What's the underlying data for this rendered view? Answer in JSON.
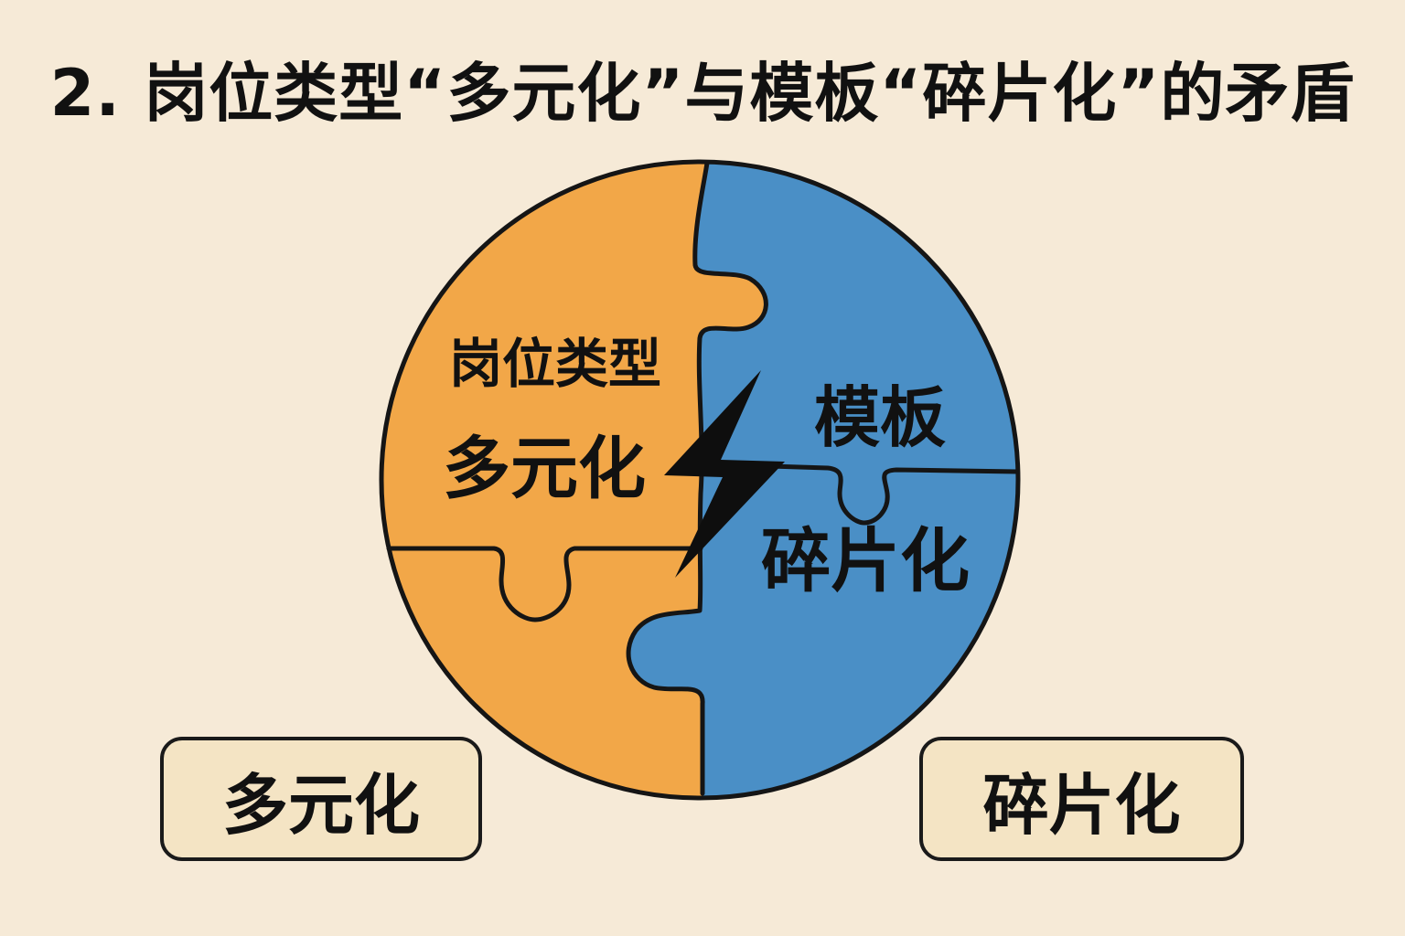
{
  "title": "2. 岗位类型“多元化”与模板“碎片化”的矛盾",
  "diagram": {
    "left_piece": {
      "line1": "岗位类型",
      "line2": "多元化",
      "color": "#f2a748"
    },
    "right_piece": {
      "line1": "模板",
      "line2": "碎片化",
      "color": "#4a8fc6"
    },
    "bolt_color": "#0e0e0e",
    "outline_color": "#151515"
  },
  "bottom_labels": {
    "left": "多元化",
    "right": "碎片化"
  }
}
